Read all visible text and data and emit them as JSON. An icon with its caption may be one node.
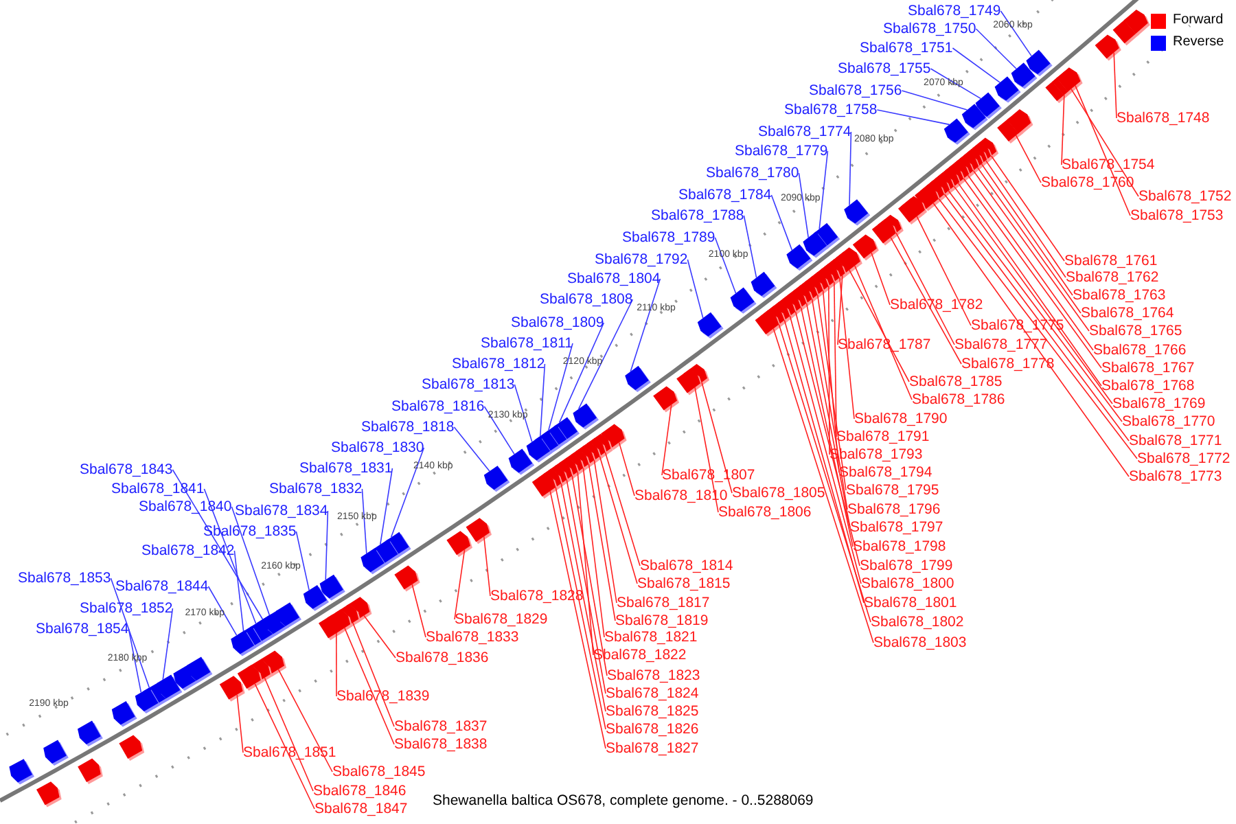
{
  "diagram": {
    "caption": "Shewanella baltica OS678, complete genome. - 0..5288069",
    "nodes": [
      {
        "text": [
          "Sbal678_1749"
        ]
      },
      {
        "text": [
          "Sbal678_1750"
        ]
      },
      {
        "text": [
          "Sbal678_1751"
        ]
      },
      {
        "text": [
          "Sbal678_1755"
        ]
      },
      {
        "text": [
          "Sbal678_1756"
        ]
      },
      {
        "text": [
          "Sbal678_1758"
        ]
      },
      {
        "text": [
          "Sbal678_1774"
        ]
      },
      {
        "text": [
          "Sbal678_1779"
        ]
      },
      {
        "text": [
          "Sbal678_1780"
        ]
      },
      {
        "text": [
          "Sbal678_1784"
        ]
      },
      {
        "text": [
          "Sbal678_1788"
        ]
      },
      {
        "text": [
          "Sbal678_1789"
        ]
      },
      {
        "text": [
          "Sbal678_1792"
        ]
      },
      {
        "text": [
          "Sbal678_1804"
        ]
      },
      {
        "text": [
          "Sbal678_1808"
        ]
      },
      {
        "text": [
          "Sbal678_1809"
        ]
      },
      {
        "text": [
          "Sbal678_1811"
        ]
      },
      {
        "text": [
          "Sbal678_1812"
        ]
      },
      {
        "text": [
          "Sbal678_1813"
        ]
      },
      {
        "text": [
          "Sbal678_1816"
        ]
      },
      {
        "text": [
          "Sbal678_1818"
        ]
      },
      {
        "text": [
          "Sbal678_1830"
        ]
      },
      {
        "text": [
          "Sbal678_1831"
        ]
      },
      {
        "text": [
          "Sbal678_1843"
        ]
      },
      {
        "text": [
          "Sbal678_1832"
        ]
      },
      {
        "text": [
          "Sbal678_1841"
        ]
      },
      {
        "text": [
          "Sbal678_1840"
        ]
      },
      {
        "text": [
          "Sbal678_1834"
        ]
      },
      {
        "text": [
          "Sbal678_1835"
        ]
      },
      {
        "text": [
          "Sbal678_1842"
        ]
      },
      {
        "text": [
          "Sbal678_1853"
        ]
      },
      {
        "text": [
          "Sbal678_1844"
        ]
      },
      {
        "text": [
          "Sbal678_1852"
        ]
      },
      {
        "text": [
          "Sbal678_1854"
        ]
      },
      {
        "text": [
          "Sbal678_1748"
        ]
      },
      {
        "text": [
          "Sbal678_1754"
        ]
      },
      {
        "text": [
          "Sbal678_1760"
        ]
      },
      {
        "text": [
          "Sbal678_1752"
        ]
      },
      {
        "text": [
          "Sbal678_1753"
        ]
      },
      {
        "text": [
          "Sbal678_1761"
        ]
      },
      {
        "text": [
          "Sbal678_1762"
        ]
      },
      {
        "text": [
          "Sbal678_1763"
        ]
      },
      {
        "text": [
          "Sbal678_1782"
        ]
      },
      {
        "text": [
          "Sbal678_1764"
        ]
      },
      {
        "text": [
          "Sbal678_1775"
        ]
      },
      {
        "text": [
          "Sbal678_1765"
        ]
      },
      {
        "text": [
          "Sbal678_1787"
        ]
      },
      {
        "text": [
          "Sbal678_1777"
        ]
      },
      {
        "text": [
          "Sbal678_1766"
        ]
      },
      {
        "text": [
          "Sbal678_1778"
        ]
      },
      {
        "text": [
          "Sbal678_1767"
        ]
      },
      {
        "text": [
          "Sbal678_1785"
        ]
      },
      {
        "text": [
          "Sbal678_1768"
        ]
      },
      {
        "text": [
          "Sbal678_1786"
        ]
      },
      {
        "text": [
          "Sbal678_1769"
        ]
      },
      {
        "text": [
          "Sbal678_1790"
        ]
      },
      {
        "text": [
          "Sbal678_1770"
        ]
      },
      {
        "text": [
          "Sbal678_1791"
        ]
      },
      {
        "text": [
          "Sbal678_1771"
        ]
      },
      {
        "text": [
          "Sbal678_1793"
        ]
      },
      {
        "text": [
          "Sbal678_1772"
        ]
      },
      {
        "text": [
          "Sbal678_1794"
        ]
      },
      {
        "text": [
          "Sbal678_1807"
        ]
      },
      {
        "text": [
          "Sbal678_1773"
        ]
      },
      {
        "text": [
          "Sbal678_1795"
        ]
      },
      {
        "text": [
          "Sbal678_1805"
        ]
      },
      {
        "text": [
          "Sbal678_1810"
        ]
      },
      {
        "text": [
          "Sbal678_1796"
        ]
      },
      {
        "text": [
          "Sbal678_1806"
        ]
      },
      {
        "text": [
          "Sbal678_1797"
        ]
      },
      {
        "text": [
          "Sbal678_1798"
        ]
      },
      {
        "text": [
          "Sbal678_1814"
        ]
      },
      {
        "text": [
          "Sbal678_1799"
        ]
      },
      {
        "text": [
          "Sbal678_1815"
        ]
      },
      {
        "text": [
          "Sbal678_1800"
        ]
      },
      {
        "text": [
          "Sbal678_1828"
        ]
      },
      {
        "text": [
          "Sbal678_1817"
        ]
      },
      {
        "text": [
          "Sbal678_1801"
        ]
      },
      {
        "text": [
          "Sbal678_1829"
        ]
      },
      {
        "text": [
          "Sbal678_1819"
        ]
      },
      {
        "text": [
          "Sbal678_1802"
        ]
      },
      {
        "text": [
          "Sbal678_1833"
        ]
      },
      {
        "text": [
          "Sbal678_1821"
        ]
      },
      {
        "text": [
          "Sbal678_1803"
        ]
      },
      {
        "text": [
          "Sbal678_1822"
        ]
      },
      {
        "text": [
          "Sbal678_1836"
        ]
      },
      {
        "text": [
          "Sbal678_1823"
        ]
      },
      {
        "text": [
          "Sbal678_1824"
        ]
      },
      {
        "text": [
          "Sbal678_1839"
        ]
      },
      {
        "text": [
          "Sbal678_1825"
        ]
      },
      {
        "text": [
          "Sbal678_1837"
        ]
      },
      {
        "text": [
          "Sbal678_1826"
        ]
      },
      {
        "text": [
          "Sbal678_1838"
        ]
      },
      {
        "text": [
          "Sbal678_1827"
        ]
      },
      {
        "text": [
          "Sbal678_1851"
        ]
      },
      {
        "text": [
          "Sbal678_1845"
        ]
      },
      {
        "text": [
          "Sbal678_1846"
        ]
      },
      {
        "text": [
          "Sbal678_1847"
        ]
      },
      {
        "text": [],
        "shape": "box"
      },
      {
        "text": [],
        "shape": "box"
      },
      {
        "text": [],
        "shape": "box"
      },
      {
        "text": [],
        "shape": "box"
      },
      {
        "text": [],
        "shape": "box"
      },
      {
        "text": [],
        "shape": "box"
      },
      {
        "text": [],
        "shape": "box"
      },
      {
        "text": [],
        "shape": "box"
      },
      {
        "text": [],
        "shape": "box"
      },
      {
        "text": [],
        "shape": "box"
      },
      {
        "text": [],
        "shape": "box"
      },
      {
        "text": [],
        "shape": "box"
      },
      {
        "text": [],
        "shape": "box"
      },
      {
        "text": [],
        "shape": "box"
      },
      {
        "text": [],
        "shape": "box"
      },
      {
        "text": [],
        "shape": "box"
      },
      {
        "text": [],
        "shape": "box"
      },
      {
        "text": [],
        "shape": "box"
      },
      {
        "text": [],
        "shape": "box"
      },
      {
        "text": [],
        "shape": "box"
      },
      {
        "text": [],
        "shape": "box"
      },
      {
        "text": [],
        "shape": "box"
      },
      {
        "text": [],
        "shape": "box"
      },
      {
        "text": [],
        "shape": "box"
      },
      {
        "text": [],
        "shape": "box"
      },
      {
        "text": [],
        "shape": "box"
      },
      {
        "text": [],
        "shape": "box"
      },
      {
        "text": [],
        "shape": "box"
      },
      {
        "text": [],
        "shape": "box"
      },
      {
        "text": [],
        "shape": "box"
      },
      {
        "text": [],
        "shape": "box"
      },
      {
        "text": [],
        "shape": "box"
      },
      {
        "text": [],
        "shape": "box"
      },
      {
        "text": [],
        "shape": "box"
      },
      {
        "text": [],
        "shape": "box"
      },
      {
        "text": [],
        "shape": "box"
      },
      {
        "text": [],
        "shape": "box"
      },
      {
        "text": [],
        "shape": "box"
      },
      {
        "text": [],
        "shape": "box"
      },
      {
        "text": [],
        "shape": "box"
      },
      {
        "text": [],
        "shape": "box"
      },
      {
        "text": [],
        "shape": "box"
      },
      {
        "text": [],
        "shape": "box"
      },
      {
        "text": [],
        "shape": "box"
      },
      {
        "text": [],
        "shape": "box"
      },
      {
        "text": [],
        "shape": "box"
      },
      {
        "text": [],
        "shape": "box"
      },
      {
        "text": [],
        "shape": "box"
      },
      {
        "text": [],
        "shape": "box"
      },
      {
        "text": [],
        "shape": "box"
      },
      {
        "text": [],
        "shape": "box"
      },
      {
        "text": [],
        "shape": "box"
      },
      {
        "text": [],
        "shape": "box"
      },
      {
        "text": [],
        "shape": "box"
      },
      {
        "text": [],
        "shape": "box"
      },
      {
        "text": [],
        "shape": "box"
      },
      {
        "text": [],
        "shape": "box"
      },
      {
        "text": [],
        "shape": "box"
      },
      {
        "text": [],
        "shape": "box"
      },
      {
        "text": [],
        "shape": "box"
      },
      {
        "text": [],
        "shape": "box"
      },
      {
        "text": [],
        "shape": "box"
      },
      {
        "text": [],
        "shape": "box"
      },
      {
        "text": [],
        "shape": "box"
      },
      {
        "text": [],
        "shape": "box"
      },
      {
        "text": [],
        "shape": "box"
      },
      {
        "text": [],
        "shape": "box"
      },
      {
        "text": [],
        "shape": "box"
      },
      {
        "text": [],
        "shape": "box"
      },
      {
        "text": [],
        "shape": "box"
      },
      {
        "text": [],
        "shape": "box"
      },
      {
        "text": [],
        "shape": "box"
      },
      {
        "text": [],
        "shape": "box"
      },
      {
        "text": [],
        "shape": "box"
      },
      {
        "text": [],
        "shape": "box"
      },
      {
        "text": [],
        "shape": "box"
      },
      {
        "text": [],
        "shape": "box"
      },
      {
        "text": [],
        "shape": "box"
      },
      {
        "text": [],
        "shape": "box"
      },
      {
        "text": [],
        "shape": "box"
      },
      {
        "text": [],
        "shape": "box"
      },
      {
        "text": [],
        "shape": "box"
      },
      {
        "text": [],
        "shape": "box"
      },
      {
        "text": [],
        "shape": "box"
      },
      {
        "text": [],
        "shape": "box"
      },
      {
        "text": [],
        "shape": "box"
      },
      {
        "text": [],
        "shape": "box"
      },
      {
        "text": [],
        "shape": "box"
      },
      {
        "text": [],
        "shape": "box"
      },
      {
        "text": [],
        "shape": "box"
      },
      {
        "text": [],
        "shape": "box"
      },
      {
        "text": [],
        "shape": "box"
      },
      {
        "text": [],
        "shape": "box"
      },
      {
        "text": [],
        "shape": "box"
      },
      {
        "text": [],
        "shape": "box"
      },
      {
        "text": [],
        "shape": "box"
      },
      {
        "text": [],
        "shape": "box"
      },
      {
        "text": [],
        "shape": "box"
      },
      {
        "text": [],
        "shape": "box"
      },
      {
        "text": [],
        "shape": "box"
      },
      {
        "text": [],
        "shape": "box"
      },
      {
        "text": [],
        "shape": "box"
      },
      {
        "text": [],
        "shape": "box"
      },
      {
        "text": [],
        "shape": "box"
      },
      {
        "text": [],
        "shape": "box"
      },
      {
        "text": [],
        "shape": "box"
      },
      {
        "text": [],
        "shape": "box"
      },
      {
        "text": [],
        "shape": "box"
      },
      {
        "text": [],
        "shape": "box"
      },
      {
        "text": [],
        "shape": "box"
      },
      {
        "text": [],
        "shape": "box"
      },
      {
        "text": [],
        "shape": "box"
      }
    ],
    "edges": [
      {
        "from": 0,
        "to": 98,
        "arrow": "none",
        "color": "#3a3aff"
      },
      {
        "from": 1,
        "to": 99,
        "arrow": "none",
        "color": "#3a3aff"
      },
      {
        "from": 2,
        "to": 100,
        "arrow": "none",
        "color": "#3a3aff"
      },
      {
        "from": 3,
        "to": 101,
        "arrow": "none",
        "color": "#3a3aff"
      },
      {
        "from": 4,
        "to": 102,
        "arrow": "none",
        "color": "#3a3aff"
      },
      {
        "from": 5,
        "to": 103,
        "arrow": "none",
        "color": "#3a3aff"
      },
      {
        "from": 6,
        "to": 104,
        "arrow": "none",
        "color": "#3a3aff"
      },
      {
        "from": 7,
        "to": 105,
        "arrow": "none",
        "color": "#3a3aff"
      },
      {
        "from": 8,
        "to": 106,
        "arrow": "none",
        "color": "#3a3aff"
      },
      {
        "from": 9,
        "to": 107,
        "arrow": "none",
        "color": "#3a3aff"
      },
      {
        "from": 10,
        "to": 108,
        "arrow": "none",
        "color": "#3a3aff"
      },
      {
        "from": 11,
        "to": 109,
        "arrow": "none",
        "color": "#3a3aff"
      },
      {
        "from": 12,
        "to": 110,
        "arrow": "none",
        "color": "#3a3aff"
      },
      {
        "from": 13,
        "to": 111,
        "arrow": "none",
        "color": "#3a3aff"
      },
      {
        "from": 14,
        "to": 112,
        "arrow": "none",
        "color": "#3a3aff"
      },
      {
        "from": 15,
        "to": 113,
        "arrow": "none",
        "color": "#3a3aff"
      },
      {
        "from": 16,
        "to": 114,
        "arrow": "none",
        "color": "#3a3aff"
      },
      {
        "from": 17,
        "to": 115,
        "arrow": "none",
        "color": "#3a3aff"
      },
      {
        "from": 18,
        "to": 116,
        "arrow": "none",
        "color": "#3a3aff"
      },
      {
        "from": 19,
        "to": 117,
        "arrow": "none",
        "color": "#3a3aff"
      },
      {
        "from": 20,
        "to": 118,
        "arrow": "none",
        "color": "#3a3aff"
      },
      {
        "from": 21,
        "to": 119,
        "arrow": "none",
        "color": "#3a3aff"
      },
      {
        "from": 22,
        "to": 120,
        "arrow": "none",
        "color": "#3a3aff"
      },
      {
        "from": 23,
        "to": 121,
        "arrow": "none",
        "color": "#3a3aff"
      },
      {
        "from": 24,
        "to": 122,
        "arrow": "none",
        "color": "#3a3aff"
      },
      {
        "from": 25,
        "to": 123,
        "arrow": "none",
        "color": "#3a3aff"
      },
      {
        "from": 26,
        "to": 124,
        "arrow": "none",
        "color": "#3a3aff"
      },
      {
        "from": 27,
        "to": 125,
        "arrow": "none",
        "color": "#3a3aff"
      },
      {
        "from": 28,
        "to": 126,
        "arrow": "none",
        "color": "#3a3aff"
      },
      {
        "from": 29,
        "to": 127,
        "arrow": "none",
        "color": "#3a3aff"
      },
      {
        "from": 30,
        "to": 128,
        "arrow": "none",
        "color": "#3a3aff"
      },
      {
        "from": 31,
        "to": 129,
        "arrow": "none",
        "color": "#3a3aff"
      },
      {
        "from": 32,
        "to": 130,
        "arrow": "none",
        "color": "#3a3aff"
      },
      {
        "from": 33,
        "to": 131,
        "arrow": "none",
        "color": "#3a3aff"
      },
      {
        "from": 34,
        "to": 132,
        "arrow": "none"
      },
      {
        "from": 35,
        "to": 133,
        "arrow": "none"
      },
      {
        "from": 36,
        "to": 134,
        "arrow": "none"
      },
      {
        "from": 37,
        "to": 135,
        "arrow": "none"
      },
      {
        "from": 38,
        "to": 136,
        "arrow": "none"
      },
      {
        "from": 39,
        "to": 137,
        "arrow": "none"
      },
      {
        "from": 40,
        "to": 138,
        "arrow": "none"
      },
      {
        "from": 41,
        "to": 139,
        "arrow": "none"
      },
      {
        "from": 42,
        "to": 140,
        "arrow": "none"
      },
      {
        "from": 43,
        "to": 141,
        "arrow": "none"
      },
      {
        "from": 44,
        "to": 142,
        "arrow": "none"
      },
      {
        "from": 45,
        "to": 143,
        "arrow": "none"
      },
      {
        "from": 46,
        "to": 144,
        "arrow": "none"
      },
      {
        "from": 47,
        "to": 145,
        "arrow": "none"
      },
      {
        "from": 48,
        "to": 146,
        "arrow": "none"
      },
      {
        "from": 49,
        "to": 147,
        "arrow": "none"
      },
      {
        "from": 50,
        "to": 148,
        "arrow": "none"
      },
      {
        "from": 51,
        "to": 149,
        "arrow": "none"
      },
      {
        "from": 52,
        "to": 150,
        "arrow": "none"
      },
      {
        "from": 53,
        "to": 151,
        "arrow": "none"
      },
      {
        "from": 54,
        "to": 152,
        "arrow": "none"
      },
      {
        "from": 55,
        "to": 153,
        "arrow": "none"
      },
      {
        "from": 56,
        "to": 154,
        "arrow": "none"
      },
      {
        "from": 57,
        "to": 155,
        "arrow": "none"
      },
      {
        "from": 58,
        "to": 156,
        "arrow": "none"
      },
      {
        "from": 59,
        "to": 157,
        "arrow": "none"
      },
      {
        "from": 60,
        "to": 158,
        "arrow": "none"
      },
      {
        "from": 61,
        "to": 159,
        "arrow": "none"
      },
      {
        "from": 62,
        "to": 160,
        "arrow": "none"
      },
      {
        "from": 63,
        "to": 161,
        "arrow": "none"
      },
      {
        "from": 64,
        "to": 162,
        "arrow": "none"
      },
      {
        "from": 65,
        "to": 163,
        "arrow": "none"
      },
      {
        "from": 66,
        "to": 164,
        "arrow": "none"
      },
      {
        "from": 67,
        "to": 165,
        "arrow": "none"
      },
      {
        "from": 68,
        "to": 166,
        "arrow": "none"
      },
      {
        "from": 69,
        "to": 167,
        "arrow": "none"
      },
      {
        "from": 70,
        "to": 168,
        "arrow": "none"
      },
      {
        "from": 71,
        "to": 169,
        "arrow": "none"
      },
      {
        "from": 72,
        "to": 170,
        "arrow": "none"
      },
      {
        "from": 73,
        "to": 171,
        "arrow": "none"
      },
      {
        "from": 74,
        "to": 172,
        "arrow": "none"
      },
      {
        "from": 75,
        "to": 173,
        "arrow": "none"
      },
      {
        "from": 76,
        "to": 174,
        "arrow": "none"
      },
      {
        "from": 77,
        "to": 175,
        "arrow": "none"
      },
      {
        "from": 78,
        "to": 176,
        "arrow": "none"
      },
      {
        "from": 79,
        "to": 177,
        "arrow": "none"
      },
      {
        "from": 80,
        "to": 178,
        "arrow": "none"
      },
      {
        "from": 81,
        "to": 179,
        "arrow": "none"
      },
      {
        "from": 82,
        "to": 180,
        "arrow": "none"
      },
      {
        "from": 83,
        "to": 181,
        "arrow": "none"
      },
      {
        "from": 84,
        "to": 182,
        "arrow": "none"
      },
      {
        "from": 85,
        "to": 183,
        "arrow": "none"
      },
      {
        "from": 86,
        "to": 184,
        "arrow": "none"
      },
      {
        "from": 87,
        "to": 185,
        "arrow": "none"
      },
      {
        "from": 88,
        "to": 186,
        "arrow": "none"
      },
      {
        "from": 89,
        "to": 187,
        "arrow": "none"
      },
      {
        "from": 90,
        "to": 188,
        "arrow": "none"
      },
      {
        "from": 91,
        "to": 189,
        "arrow": "none"
      },
      {
        "from": 92,
        "to": 190,
        "arrow": "none"
      },
      {
        "from": 93,
        "to": 191,
        "arrow": "none"
      },
      {
        "from": 94,
        "to": 192,
        "arrow": "none"
      },
      {
        "from": 95,
        "to": 193,
        "arrow": "none"
      },
      {
        "from": 96,
        "to": 194,
        "arrow": "none"
      },
      {
        "from": 97,
        "to": 195,
        "arrow": "none"
      }
    ],
    "labels": [
      "2060 kbp",
      "2070 kbp",
      "2080 kbp",
      "2090 kbp",
      "2100 kbp",
      "2110 kbp",
      "2120 kbp",
      "2130 kbp",
      "2140 kbp",
      "2150 kbp",
      "2160 kbp",
      "2170 kbp",
      "2180 kbp",
      "2190 kbp"
    ],
    "legend": [
      {
        "text": "Forward",
        "color": "#ff0000"
      },
      {
        "text": "Reverse",
        "color": "#0000ff"
      }
    ]
  }
}
